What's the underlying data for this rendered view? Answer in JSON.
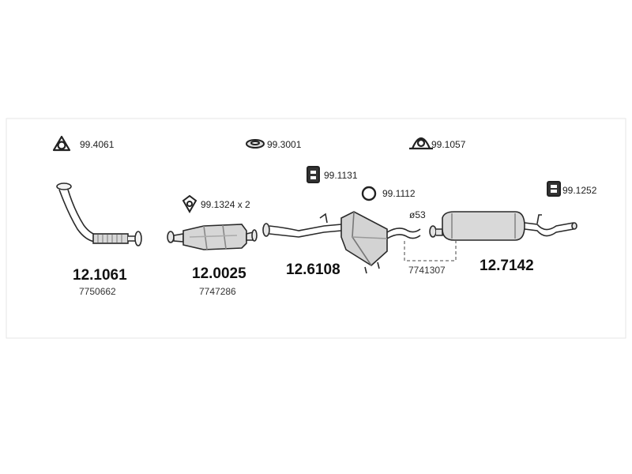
{
  "accessories": {
    "clamp_triangle": "99.4061",
    "gasket_ring": "99.3001",
    "clamp_u": "99.1057",
    "hanger_block_mid": "99.1131",
    "ring_clamp": "99.1112",
    "hanger_small": "99.1324 x 2",
    "hanger_block_rear": "99.1252"
  },
  "parts": [
    {
      "number": "12.1061",
      "oem": "7750662"
    },
    {
      "number": "12.0025",
      "oem": "7747286"
    },
    {
      "number": "12.6108",
      "oem": ""
    },
    {
      "number": "12.7142",
      "oem": "7741307"
    }
  ],
  "dimension": "ø53",
  "colors": {
    "line": "#2a2a2a",
    "fill": "#cfcfcf",
    "shade": "#9a9a9a"
  }
}
